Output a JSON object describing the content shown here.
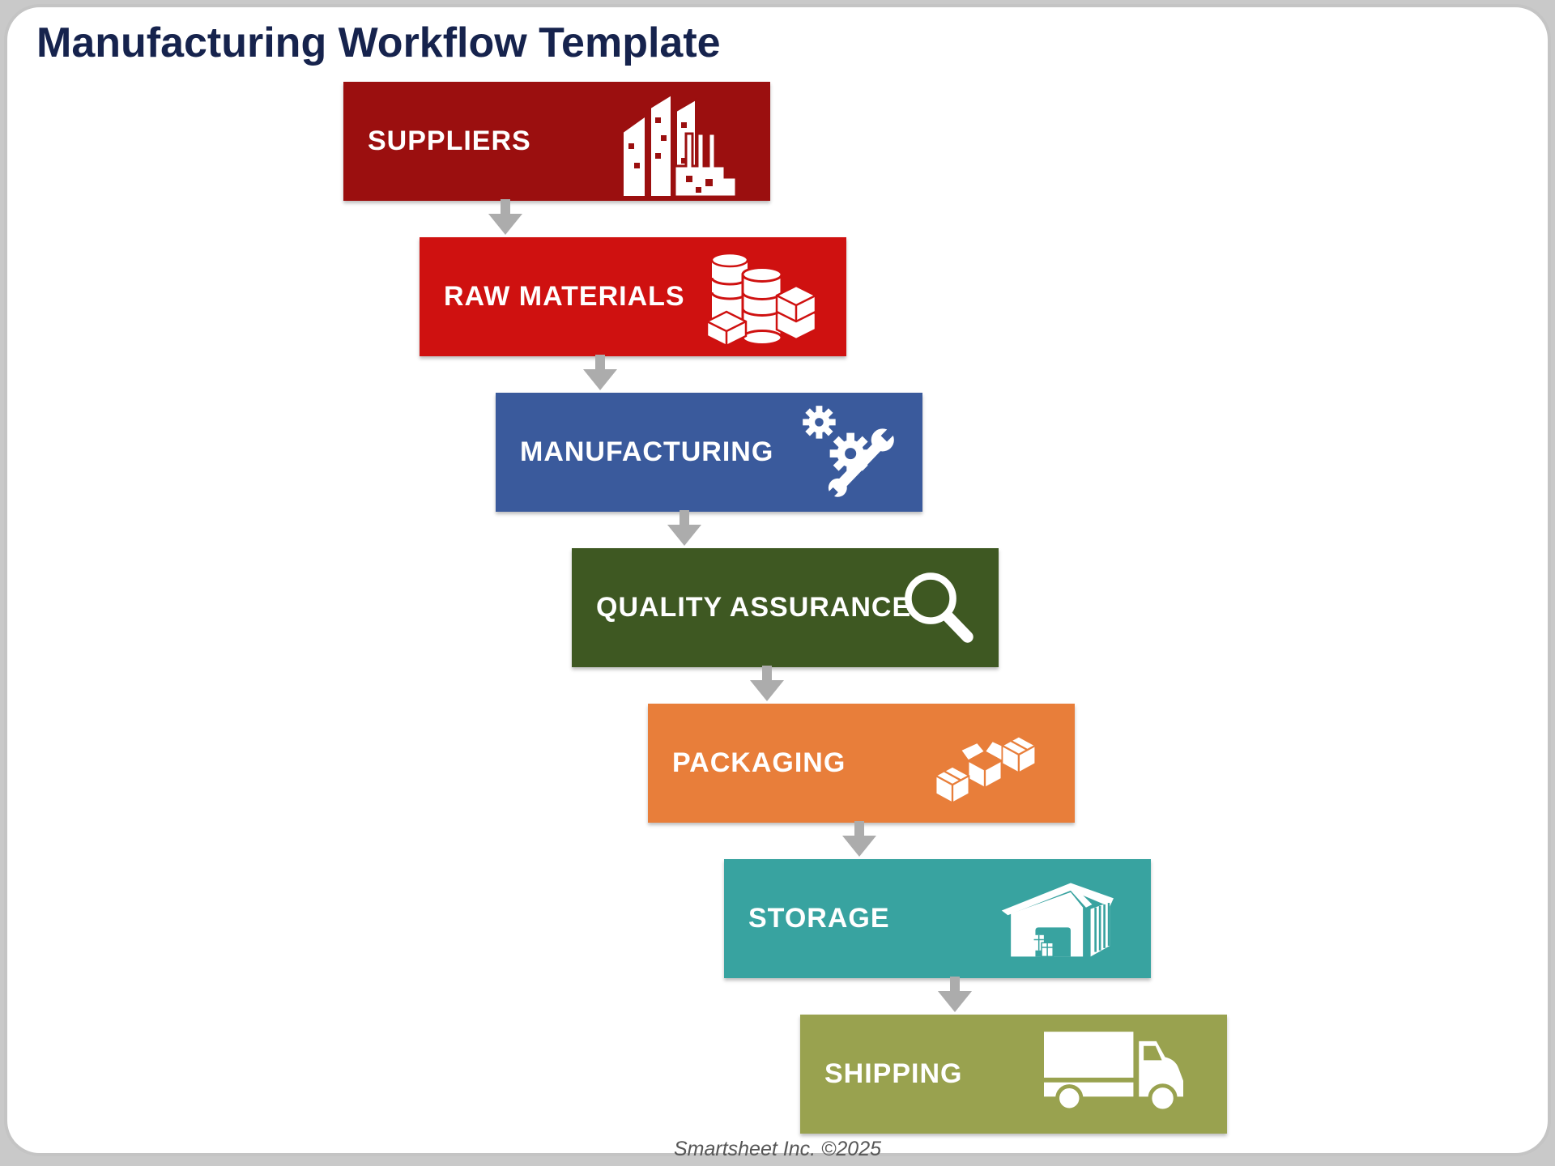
{
  "page": {
    "title": "Manufacturing Workflow Template",
    "title_color": "#16234D",
    "footer": "Smartsheet Inc. ©2025",
    "colors": {
      "outer_background": "#C9C9C9",
      "page_background": "#FFFFFF",
      "footer_text": "#565656",
      "arrow": "#ACACAC"
    }
  },
  "workflow": {
    "steps": [
      {
        "label": "SUPPLIERS",
        "color": "#9B0F0F",
        "icon": "factory-buildings"
      },
      {
        "label": "RAW MATERIALS",
        "color": "#CF1110",
        "icon": "barrels-boxes"
      },
      {
        "label": "MANUFACTURING",
        "color": "#3A5A9C",
        "icon": "gears-wrench"
      },
      {
        "label": "QUALITY ASSURANCE",
        "color": "#3E5822",
        "icon": "magnifier"
      },
      {
        "label": "PACKAGING",
        "color": "#E87E3A",
        "icon": "packing-boxes"
      },
      {
        "label": "STORAGE",
        "color": "#38A3A0",
        "icon": "warehouse"
      },
      {
        "label": "SHIPPING",
        "color": "#99A24F",
        "icon": "truck"
      }
    ]
  }
}
